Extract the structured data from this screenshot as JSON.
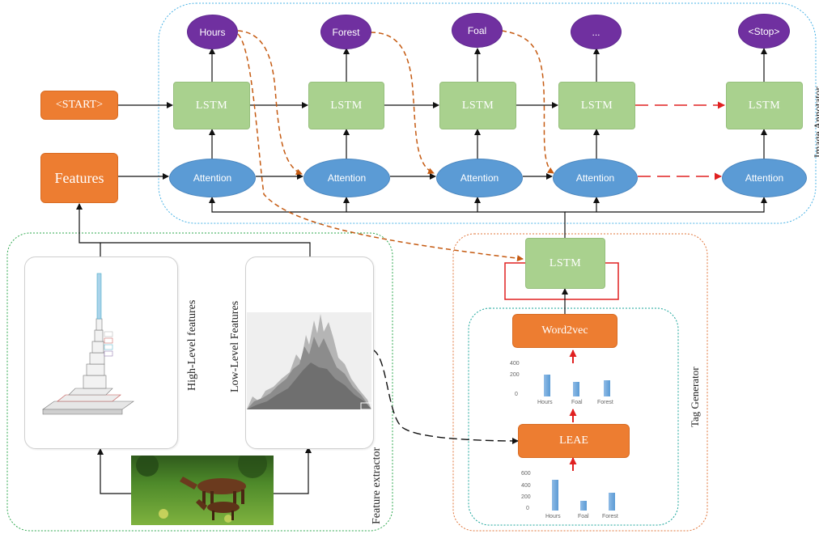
{
  "image_annotator": {
    "label": "Image Annotator",
    "start_label": "<START>",
    "features_label": "Features",
    "lstm_label": "LSTM",
    "attention_label": "Attention",
    "outputs": [
      "Hours",
      "Forest",
      "Foal",
      "...",
      "<Stop>"
    ]
  },
  "feature_extractor": {
    "label": "Feature extractor",
    "high_level_label": "High-Level features",
    "low_level_label": "Low-Level Features"
  },
  "tag_generator": {
    "label": "Tag Generator",
    "lstm_label": "LSTM",
    "word2vec_label": "Word2vec",
    "leae_label": "LEAE",
    "chart_top": {
      "ticks": [
        "400",
        "200",
        "0"
      ],
      "categories": [
        "Hours",
        "Foal",
        "Forest"
      ]
    },
    "chart_bottom": {
      "ticks": [
        "600",
        "400",
        "200",
        "0"
      ],
      "categories": [
        "Hours",
        "Foal",
        "Forest"
      ]
    }
  },
  "chart_data": [
    {
      "type": "bar",
      "categories": [
        "Hours",
        "Foal",
        "Forest"
      ],
      "values": [
        270,
        180,
        200
      ],
      "ylim": [
        0,
        400
      ],
      "yticks": [
        0,
        200,
        400
      ]
    },
    {
      "type": "bar",
      "categories": [
        "Hours",
        "Foal",
        "Forest"
      ],
      "values": [
        500,
        150,
        290
      ],
      "ylim": [
        0,
        600
      ],
      "yticks": [
        0,
        200,
        400,
        600
      ]
    }
  ],
  "colors": {
    "orange": "#ed7d31",
    "green": "#a9d18e",
    "blue": "#5b9bd5",
    "purple": "#7030a0",
    "red_arrow": "#e02020",
    "dashed_orange": "#c55a11"
  }
}
